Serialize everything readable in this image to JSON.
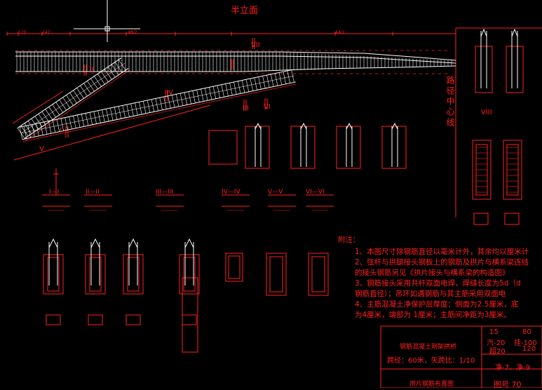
{
  "drawing": {
    "title": "半立面",
    "centerline_label": "路径中心线",
    "section_marks": [
      "I",
      "II",
      "III",
      "IV",
      "V",
      "VI",
      "VII",
      "VIII"
    ],
    "section_labels": [
      "I—I",
      "II—II",
      "III—III",
      "IV—IV",
      "V—V",
      "VI—VI"
    ],
    "dims_top": [
      "120",
      "247",
      "48/2",
      "44/2"
    ]
  },
  "notes": {
    "heading": "附注：",
    "lines": [
      "1、本图尺寸除钢筋直径以毫米计外，其余均以厘米计",
      "2、弦杆与拱腿接头钢板上的钢筋及拱片与横系梁连结",
      "   的接头钢筋另见《拱片接头与横系梁的构造图》",
      "3、钢筋接头采用共杆双面电焊，焊缝长度为5d（d",
      "   钢筋直径）；吊环如遇钢筋与其主筋采用双面电",
      "4、主筋混凝土净保护层厚度：侧面为2.5厘米，底",
      "   为4厘米，端部为 1厘米；主筋间净距为3厘米。"
    ]
  },
  "title_block": {
    "project": "钢筋混凝土刚架拱桥",
    "span": "跨径：60米，矢跨比：1/10",
    "drawing_name": "拱片钢筋布置图",
    "load_row1": [
      "15",
      "80"
    ],
    "load_row2": [
      "汽-20",
      "挂-100"
    ],
    "load_row3": [
      "超20",
      "120"
    ],
    "width": "净-7、净-9",
    "sheet": "图号 70"
  }
}
